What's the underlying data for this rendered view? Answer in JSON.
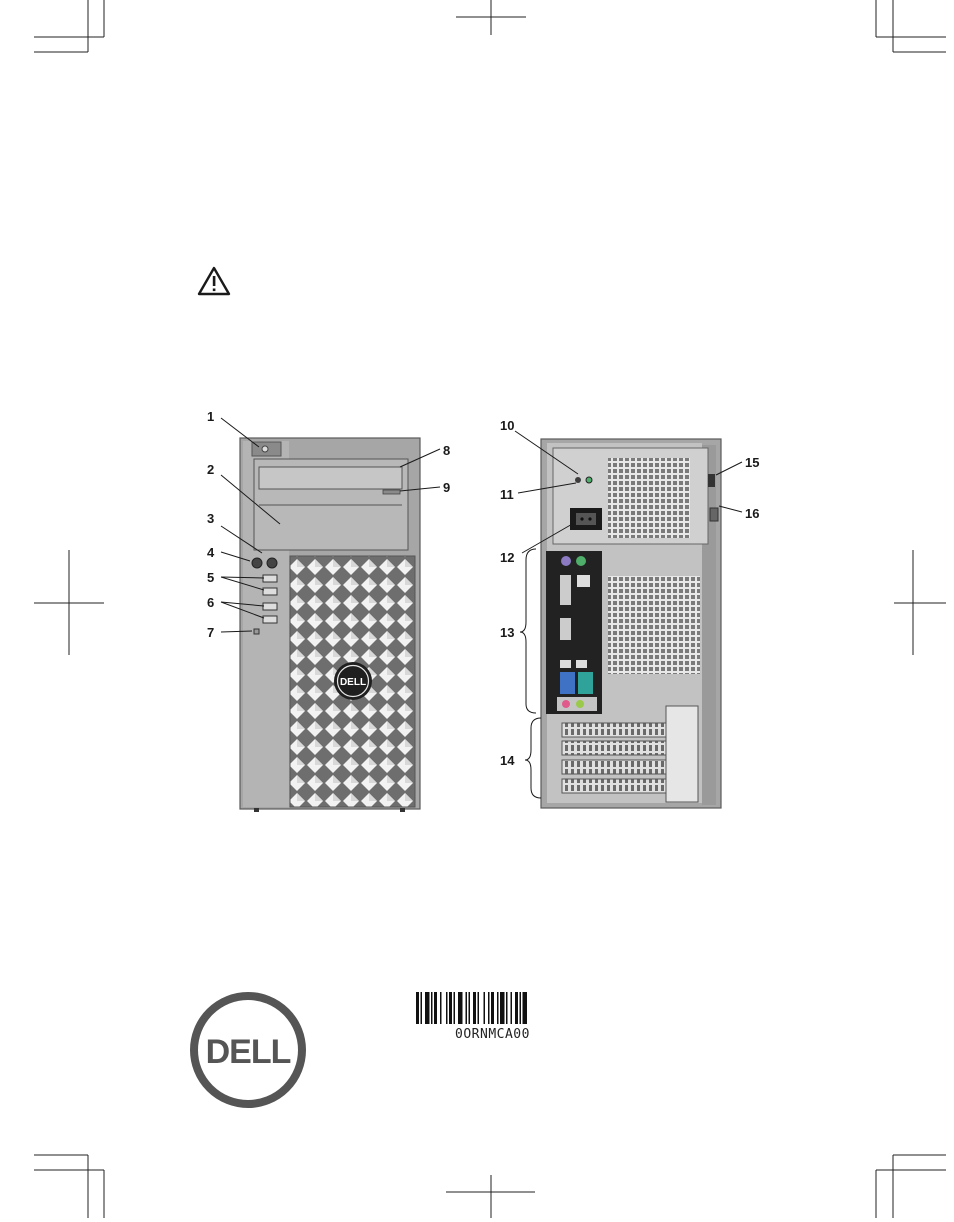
{
  "callouts": {
    "front": [
      "1",
      "2",
      "3",
      "4",
      "5",
      "6",
      "7",
      "8",
      "9"
    ],
    "rear": [
      "10",
      "11",
      "12",
      "13",
      "14",
      "15",
      "16"
    ]
  },
  "icons": {
    "warning": "warning-triangle-icon",
    "logo": "dell-logo"
  },
  "logo_text": "DELL",
  "barcode": {
    "text": "0ORNMCA00"
  },
  "colors": {
    "chassis": "#a6a6a6",
    "chassis_dark": "#7a7a7a",
    "ink": "#1a1a1a",
    "ps2_purple": "#8c7bc2",
    "ps2_green": "#4fae6a",
    "vga_blue": "#3f72c4",
    "serial_teal": "#2fa39a",
    "audio_pink": "#e05a8c",
    "audio_green": "#9bc94a"
  }
}
